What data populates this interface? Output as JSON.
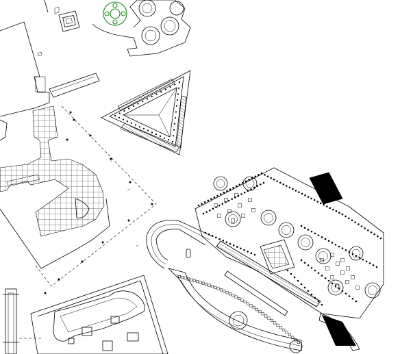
{
  "map": {
    "style": "architectural-plan-line-drawing",
    "background": "#ffffff",
    "line_color": "#000000",
    "accent_color": "#1a8a1a",
    "features": [
      "site-boundary-dashed",
      "gridded-plaza",
      "triangular-pyramid-plan",
      "colonnaded-temple-complex",
      "curved-exedra",
      "domed-rotunda-cluster",
      "courtyard-building",
      "tower-structure"
    ]
  }
}
